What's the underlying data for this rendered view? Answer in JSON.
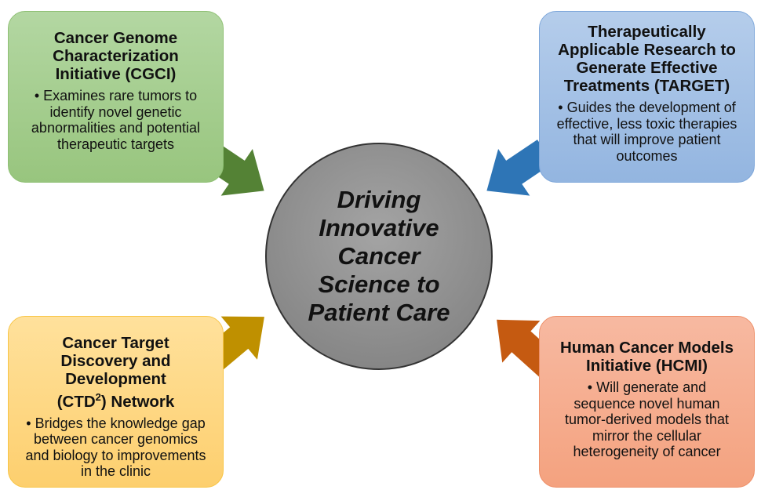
{
  "center": {
    "line1": "Driving",
    "line2": "Innovative",
    "line3": "Cancer",
    "line4": "Science to",
    "line5": "Patient Care"
  },
  "boxes": {
    "cgci": {
      "title": "Cancer Genome Characterization Initiative (CGCI)",
      "body": "• Examines rare tumors to identify novel genetic abnormalities and potential therapeutic targets",
      "color": "#98c57e",
      "arrow_color": "#548235"
    },
    "target": {
      "title": "Therapeutically Applicable Research to Generate Effective Treatments (TARGET)",
      "body": "• Guides the development of effective, less toxic therapies that will improve patient outcomes",
      "color": "#93b5e0",
      "arrow_color": "#2e75b6"
    },
    "ctd2": {
      "title_pre": "Cancer Target Discovery and Development (CTD",
      "title_sup": "2",
      "title_post": ") Network",
      "body": "• Bridges the knowledge gap between cancer genomics and biology to improvements in the clinic",
      "color": "#fdcf6e",
      "arrow_color": "#bf9000"
    },
    "hcmi": {
      "title": "Human Cancer Models Initiative (HCMI)",
      "body": "• Will generate and sequence novel human tumor-derived models that mirror the cellular heterogeneity of cancer",
      "color": "#f4a27f",
      "arrow_color": "#c55a11"
    }
  }
}
